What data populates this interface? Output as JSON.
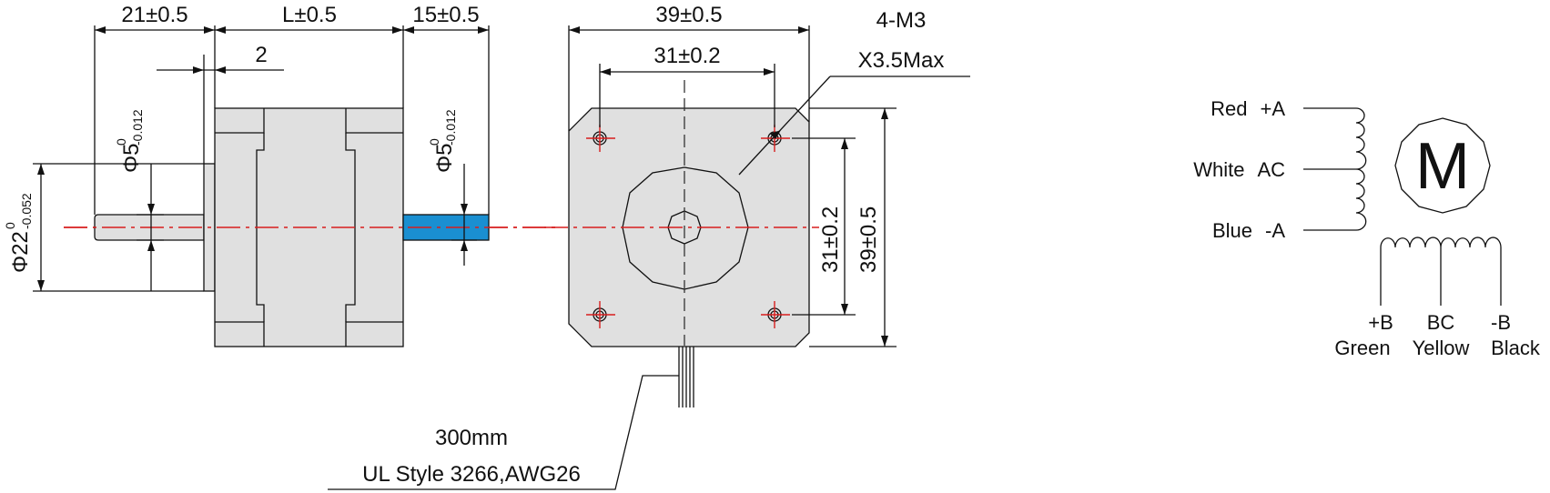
{
  "side_view": {
    "shaft_length_dim": "21±0.5",
    "body_length_dim": "L±0.5",
    "rear_shaft_length_dim": "15±0.5",
    "flange_dim": "2",
    "front_shaft_dia": "Φ5",
    "front_shaft_tol_upper": "0",
    "front_shaft_tol_lower": "-0.012",
    "rear_shaft_dia": "Φ5",
    "rear_shaft_tol_upper": "0",
    "rear_shaft_tol_lower": "-0.012",
    "boss_dia": "Φ22",
    "boss_tol_upper": "0",
    "boss_tol_lower": "-0.052",
    "rear_shaft_color": "#1a8fd1",
    "body_color": "#e0e0e0"
  },
  "front_view": {
    "width_dim": "39±0.5",
    "hole_spacing_dim": "31±0.2",
    "height_dim": "39±0.5",
    "hole_spacing_v_dim": "31±0.2",
    "holes_label": "4-M3",
    "holes_depth": "X3.5Max",
    "centerline_color": "#d81e1e"
  },
  "cable": {
    "length": "300mm",
    "spec": "UL Style 3266,AWG26"
  },
  "wiring": {
    "motor_label": "M",
    "coil_a": [
      {
        "name": "Red",
        "signal": "+A"
      },
      {
        "name": "White",
        "signal": "AC"
      },
      {
        "name": "Blue",
        "signal": "-A"
      }
    ],
    "coil_b": [
      {
        "signal": "+B",
        "name": "Green"
      },
      {
        "signal": "BC",
        "name": "Yellow"
      },
      {
        "signal": "-B",
        "name": "Black"
      }
    ]
  }
}
